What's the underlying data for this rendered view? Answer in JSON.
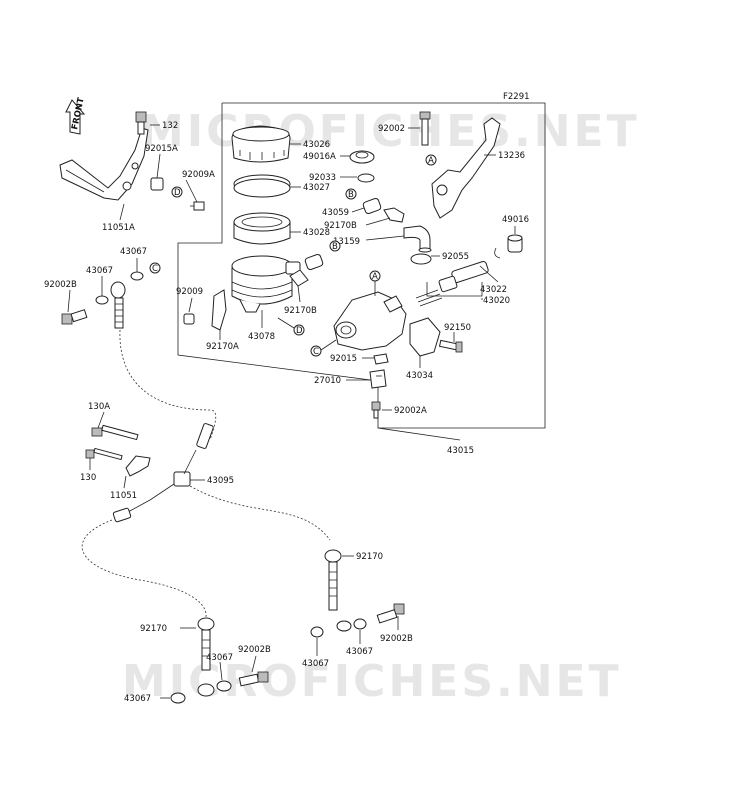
{
  "figure_code": "F2291",
  "watermark": "MICROFICHES.NET",
  "front_label": "FRONT",
  "reference_letters": {
    "a": "A",
    "b": "B",
    "c": "C",
    "d": "D"
  },
  "labels": {
    "p132": "132",
    "p92015A": "92015A",
    "p92009A": "92009A",
    "p11051A": "11051A",
    "p43026": "43026",
    "p49016A": "49016A",
    "p92033": "92033",
    "p43027": "43027",
    "p43059": "43059",
    "p92170B_a": "92170B",
    "p43028": "43028",
    "p13159": "13159",
    "p92055": "92055",
    "p92002_top": "92002",
    "p13236": "13236",
    "p49016": "49016",
    "p43022": "43022",
    "p43020": "43020",
    "p92150": "92150",
    "p43067_a": "43067",
    "p43067_b": "43067",
    "p92002B_a": "92002B",
    "p92009": "92009",
    "p92170B_b": "92170B",
    "p43078": "43078",
    "p92170A": "92170A",
    "p92015": "92015",
    "p27010": "27010",
    "p43034": "43034",
    "p92002A": "92002A",
    "p43015": "43015",
    "p130A": "130A",
    "p130": "130",
    "p11051": "11051",
    "p43095": "43095",
    "p92170_a": "92170",
    "p92170_b": "92170",
    "p43067_c": "43067",
    "p92002B_b": "92002B",
    "p43067_d": "43067",
    "p43067_e": "43067",
    "p92002B_c": "92002B",
    "p43067_f": "43067"
  }
}
